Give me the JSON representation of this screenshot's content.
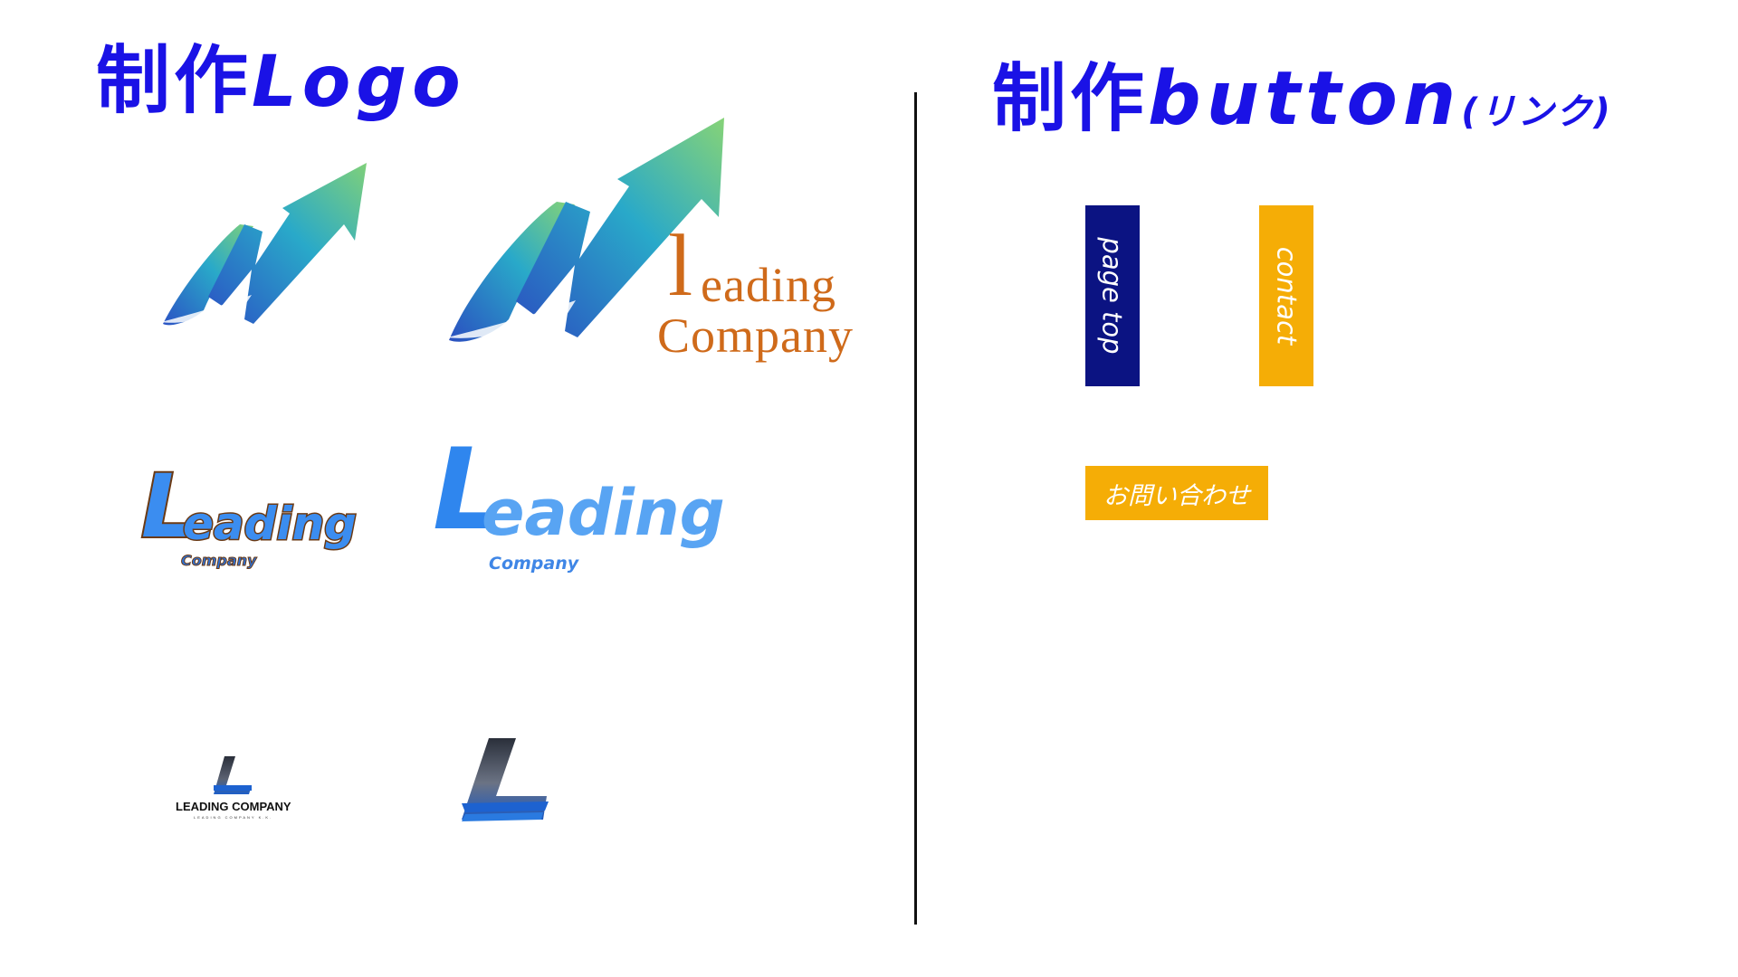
{
  "headings": {
    "logo": {
      "kanji": "制作",
      "latin": "Logo"
    },
    "button": {
      "kanji": "制作",
      "latin": "button",
      "note": "(リンク)"
    }
  },
  "logos": {
    "logo2": {
      "initial": "l",
      "line1": "eading",
      "line2": "Company"
    },
    "logo3": {
      "initial": "L",
      "word": "eading",
      "sub": "Company"
    },
    "logo4": {
      "initial": "L",
      "word": "eading",
      "sub": "Company"
    },
    "logo5": {
      "name": "LEADING COMPANY",
      "tagline": "LEADING COMPANY K.K."
    }
  },
  "buttons": {
    "page_top": "page top",
    "contact": "contact",
    "inquiry": "お問い合わせ"
  },
  "colors": {
    "heading": "#1a12e6",
    "page_top_bg": "#0b1382",
    "contact_bg": "#f5ad06",
    "inquiry_bg": "#f5ad06",
    "logo_text_orange": "#cf6a1a"
  }
}
